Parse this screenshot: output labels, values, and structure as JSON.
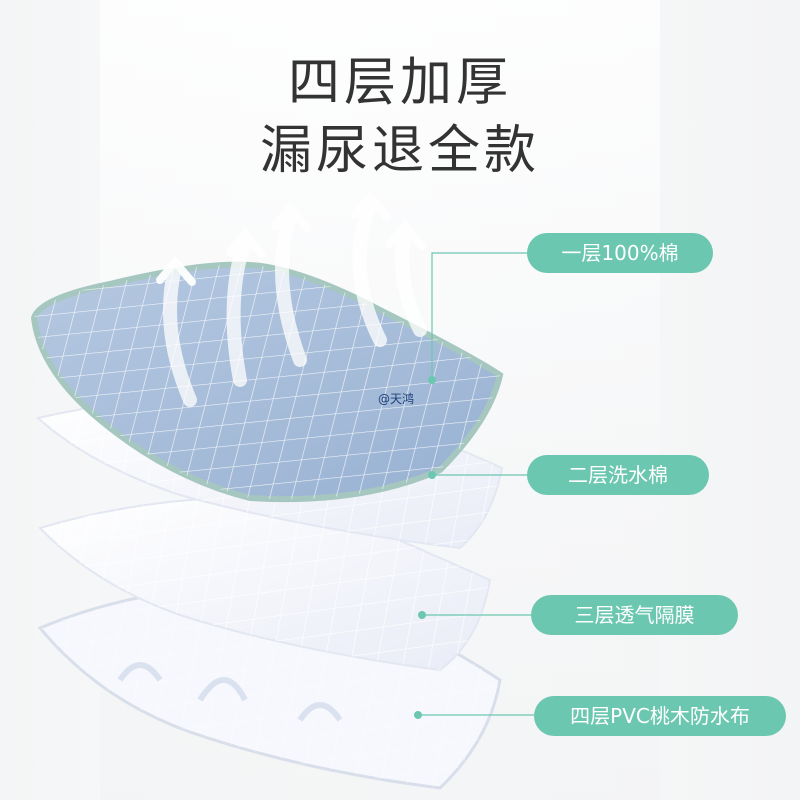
{
  "title": {
    "line1": "四层加厚",
    "line2": "漏尿退全款"
  },
  "layers": [
    {
      "label": "一层100%棉"
    },
    {
      "label": "二层洗水棉"
    },
    {
      "label": "三层透气隔膜"
    },
    {
      "label": "四层PVC桃木防水布"
    }
  ],
  "watermark": "@天鸿",
  "colors": {
    "accent": "#6cc7b0",
    "title_text": "#333333",
    "top_layer": "#9fb8d6",
    "white_layers": "#f2f4fb"
  },
  "icons": [
    "upward-airflow-arrow-icon"
  ]
}
